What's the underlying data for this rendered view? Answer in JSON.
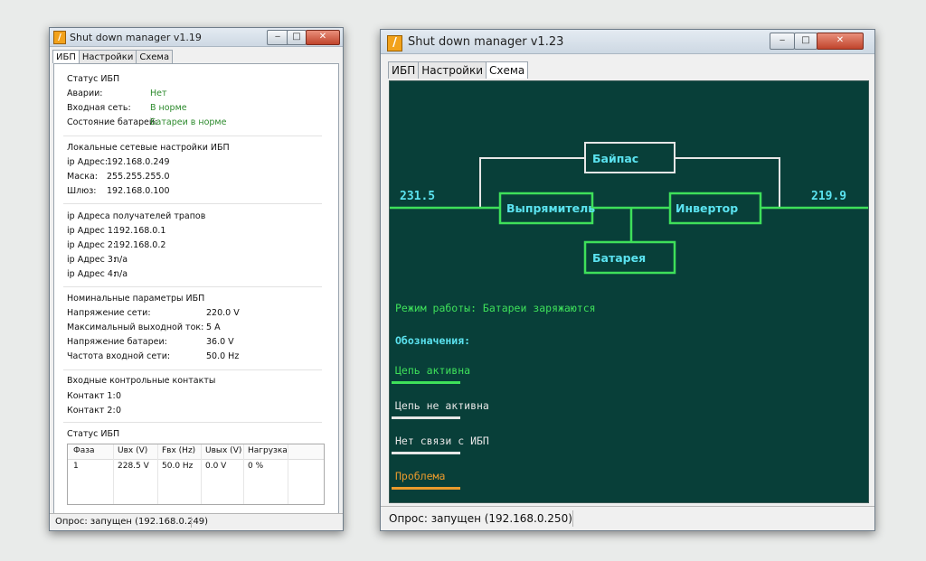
{
  "colors": {
    "active": "#3ee05a",
    "inactive": "#e6e6e6",
    "problem": "#e99a2d",
    "value_cyan": "#5be3f0",
    "panel_bg": "#083f39"
  },
  "left_window": {
    "title": "Shut down manager  v1.19",
    "tabs": [
      "ИБП",
      "Настройки",
      "Схема"
    ],
    "sections": {
      "ups_status": {
        "title": "Статус ИБП",
        "rows": [
          {
            "label": "Аварии:",
            "value": "Нет"
          },
          {
            "label": "Входная сеть:",
            "value": "В норме"
          },
          {
            "label": "Состояние батарей:",
            "value": "Батареи в норме"
          }
        ]
      },
      "network": {
        "title": "Локальные сетевые настройки ИБП",
        "rows": [
          {
            "label": "ip Адрес:",
            "value": "192.168.0.249"
          },
          {
            "label": "Маска:",
            "value": "255.255.255.0"
          },
          {
            "label": "Шлюз:",
            "value": "192.168.0.100"
          }
        ]
      },
      "trap_receivers": {
        "title": "ip Адреса получателей трапов",
        "rows": [
          {
            "label": "ip Адрес 1:",
            "value": "192.168.0.1"
          },
          {
            "label": "ip Адрес 2:",
            "value": "192.168.0.2"
          },
          {
            "label": "ip Адрес 3:",
            "value": "n/a"
          },
          {
            "label": "ip Адрес 4:",
            "value": "n/a"
          }
        ]
      },
      "nominal": {
        "title": "Номинальные параметры ИБП",
        "rows": [
          {
            "label": "Напряжение сети:",
            "value": "220.0 V"
          },
          {
            "label": "Максимальный выходной ток:",
            "value": "5 A"
          },
          {
            "label": "Напряжение батареи:",
            "value": "36.0 V"
          },
          {
            "label": "Частота входной сети:",
            "value": "50.0 Hz"
          }
        ]
      },
      "contacts": {
        "title": "Входные контрольные контакты",
        "rows": [
          {
            "label": "Контакт 1:",
            "value": "0"
          },
          {
            "label": "Контакт 2:",
            "value": "0"
          }
        ]
      },
      "status_table": {
        "title": "Статус ИБП",
        "columns": [
          "Фаза",
          "Uвх (V)",
          "Fвх (Hz)",
          "Uвых (V)",
          "Нагрузка"
        ],
        "rows": [
          [
            "1",
            "228.5 V",
            "50.0 Hz",
            "0.0 V",
            "0 %"
          ]
        ]
      }
    },
    "status_bar": "Опрос: запущен (192.168.0.249)"
  },
  "right_window": {
    "title": "Shut down manager  v1.23",
    "tabs": [
      "ИБП",
      "Настройки",
      "Схема"
    ],
    "scheme": {
      "input_voltage": "231.5",
      "output_voltage": "219.9",
      "blocks": {
        "bypass": "Байпас",
        "rectifier": "Выпрямитель",
        "inverter": "Инвертор",
        "battery": "Батарея"
      },
      "mode": "Режим работы: Батареи заряжаются",
      "legend_title": "Обозначения:",
      "legend": {
        "active": "Цепь активна",
        "inactive": "Цепь не активна",
        "no_link": "Нет связи с ИБП",
        "problem": "Проблема"
      }
    },
    "status_bar": "Опрос: запущен (192.168.0.250)"
  }
}
